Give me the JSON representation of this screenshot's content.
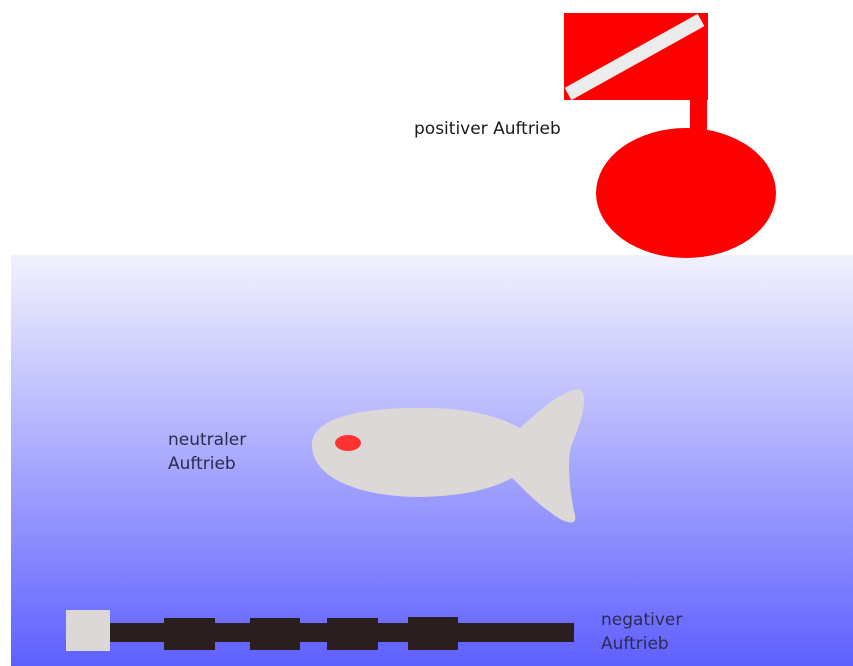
{
  "labels": {
    "positive": "positiver Auftrieb",
    "neutral_line1": "neutraler",
    "neutral_line2": "Auftrieb",
    "negative_line1": "negativer",
    "negative_line2": "Auftrieb"
  },
  "colors": {
    "buoy_red": "#ff0000",
    "buoy_stripe": "#ececec",
    "water_top": "#f2f2fd",
    "water_bottom": "#5f5fff",
    "fish_body": "#ddd8d8",
    "fish_eye": "#ff3333",
    "weight_bar": "#2a1e1e",
    "weight_end": "#ddd8d8"
  }
}
